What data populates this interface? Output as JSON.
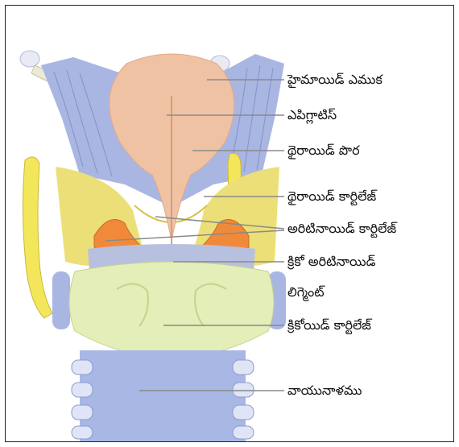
{
  "diagram": {
    "labels": {
      "hyoid": "హైమాయిడ్ ఎముక",
      "epiglottis": "ఎపిగ్లాటిస్",
      "thyroid_membrane": "థైరాయిడ్ పొర",
      "thyroid_cartilage": "థైరాయిడ్ కార్టిలేజ్",
      "arytenoid": "అరిటినాయిడ్ కార్టిలేజ్",
      "cricoarytenoid": "క్రికో అరిటినాయిడ్",
      "ligament": "లిగ్మెంట్",
      "cricoid": "క్రికోయిడ్ కార్టిలేజ్",
      "trachea": "వాయునాళము"
    },
    "colors": {
      "membrane": "#aab6e2",
      "epiglottis": "#f0c2a4",
      "thyroid": "#ecdf78",
      "side_cartilage": "#f4e65a",
      "arytenoid": "#f08a3a",
      "cricoid": "#e3eeb8",
      "trachea": "#a9b7e4",
      "leader": "#8a8a8a"
    }
  }
}
